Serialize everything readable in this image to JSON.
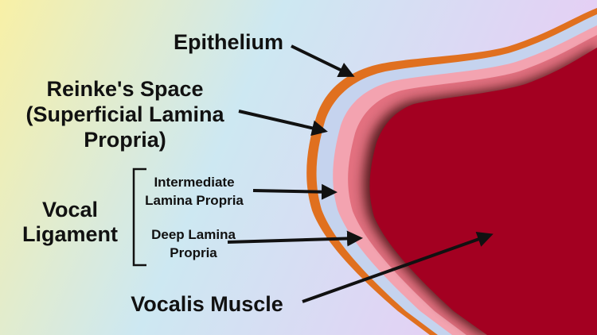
{
  "labels": {
    "epithelium": "Epithelium",
    "reinke_line1": "Reinke's Space",
    "reinke_line2": "(Superficial Lamina",
    "reinke_line3": "Propria)",
    "vocal_line1": "Vocal",
    "vocal_line2": "Ligament",
    "intermediate_line1": "Intermediate",
    "intermediate_line2": "Lamina Propria",
    "deep_line1": "Deep Lamina",
    "deep_line2": "Propria",
    "vocalis": "Vocalis Muscle"
  },
  "colors": {
    "epithelium": "#e0701f",
    "reinke": "#c5d3ee",
    "intermediate": "#f3a3b0",
    "deep": "#e2707f",
    "muscle": "#a30021",
    "arrow": "#111111",
    "background_left": "#f8f0a6",
    "background_mid": "#cde8f2",
    "background_right": "#e7cdf5"
  }
}
